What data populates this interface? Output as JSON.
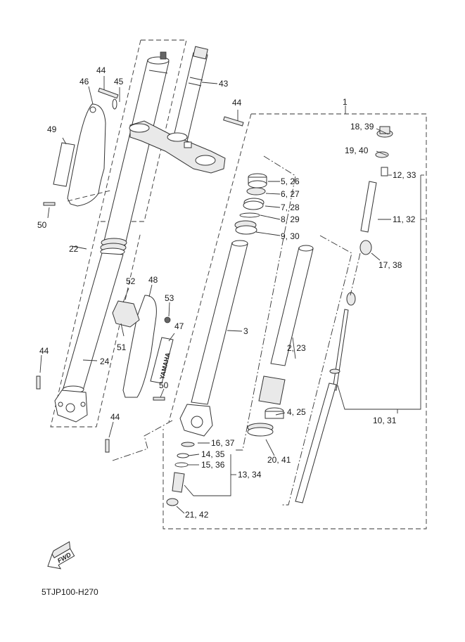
{
  "diagram": {
    "title_code": "5TJP100-H270",
    "fwd_label": "FWD",
    "callouts": [
      {
        "id": "c1",
        "text": "1"
      },
      {
        "id": "c2-23",
        "text": "2, 23"
      },
      {
        "id": "c3",
        "text": "3"
      },
      {
        "id": "c4-25",
        "text": "4, 25"
      },
      {
        "id": "c5-26",
        "text": "5, 26"
      },
      {
        "id": "c6-27",
        "text": "6, 27"
      },
      {
        "id": "c7-28",
        "text": "7, 28"
      },
      {
        "id": "c8-29",
        "text": "8, 29"
      },
      {
        "id": "c9-30",
        "text": "9, 30"
      },
      {
        "id": "c10-31",
        "text": "10, 31"
      },
      {
        "id": "c11-32",
        "text": "11, 32"
      },
      {
        "id": "c12-33",
        "text": "12, 33"
      },
      {
        "id": "c13-34",
        "text": "13, 34"
      },
      {
        "id": "c14-35",
        "text": "14, 35"
      },
      {
        "id": "c15-36",
        "text": "15, 36"
      },
      {
        "id": "c16-37",
        "text": "16, 37"
      },
      {
        "id": "c17-38",
        "text": "17, 38"
      },
      {
        "id": "c18-39",
        "text": "18, 39"
      },
      {
        "id": "c19-40",
        "text": "19, 40"
      },
      {
        "id": "c20-41",
        "text": "20, 41"
      },
      {
        "id": "c21-42",
        "text": "21, 42"
      },
      {
        "id": "c22",
        "text": "22"
      },
      {
        "id": "c24",
        "text": "24"
      },
      {
        "id": "c43",
        "text": "43"
      },
      {
        "id": "c44a",
        "text": "44"
      },
      {
        "id": "c44b",
        "text": "44"
      },
      {
        "id": "c44c",
        "text": "44"
      },
      {
        "id": "c44d",
        "text": "44"
      },
      {
        "id": "c45",
        "text": "45"
      },
      {
        "id": "c46",
        "text": "46"
      },
      {
        "id": "c47",
        "text": "47"
      },
      {
        "id": "c48",
        "text": "48"
      },
      {
        "id": "c49",
        "text": "49"
      },
      {
        "id": "c50a",
        "text": "50"
      },
      {
        "id": "c50b",
        "text": "50"
      },
      {
        "id": "c51",
        "text": "51"
      },
      {
        "id": "c52",
        "text": "52"
      },
      {
        "id": "c53",
        "text": "53"
      }
    ],
    "decal_text": "YAMAHA"
  }
}
